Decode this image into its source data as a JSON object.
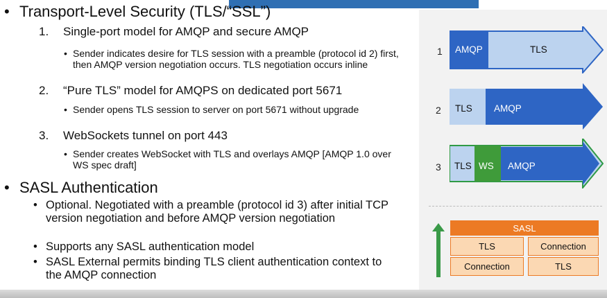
{
  "content": {
    "tls_heading": "Transport-Level Security (TLS/“SSL”)",
    "models": [
      {
        "num": "1.",
        "title": "Single-port model for AMQP and secure AMQP",
        "detail": "Sender indicates desire for TLS session with a preamble (protocol id 2) first, then AMQP version negotiation occurs. TLS negotiation occurs inline"
      },
      {
        "num": "2.",
        "title": "“Pure TLS” model for AMQPS on dedicated port 5671",
        "detail": "Sender opens TLS session to server on port 5671 without upgrade"
      },
      {
        "num": "3.",
        "title": "WebSockets tunnel on port 443",
        "detail": "Sender creates WebSocket with TLS and overlays AMQP [AMQP 1.0 over WS spec draft]"
      }
    ],
    "sasl_heading": "SASL Authentication",
    "sasl_points": [
      "Optional. Negotiated with a preamble (protocol id 3) after initial TCP version negotiation and before AMQP version negotiation",
      "Supports any SASL authentication model",
      "SASL External permits binding TLS client authentication context to the AMQP connection"
    ]
  },
  "diagram": {
    "rows": [
      {
        "num": "1",
        "outer": "AMQP",
        "inner": "TLS"
      },
      {
        "num": "2",
        "outer": "TLS",
        "inner": "AMQP"
      },
      {
        "num": "3",
        "outer": "TLS",
        "middle": "WS",
        "inner": "AMQP"
      }
    ],
    "stack": {
      "top": "SASL",
      "left_upper": "TLS",
      "left_lower": "Connection",
      "right_upper": "Connection",
      "right_lower": "TLS"
    },
    "colors": {
      "blue_dark": "#2e65c4",
      "blue_light": "#bcd3ef",
      "green_frame": "#2f9a45",
      "ws_green": "#3f9b3a",
      "orange": "#ec7a24",
      "peach": "#fbd8b3",
      "arrow_green": "#3a9a48"
    }
  }
}
